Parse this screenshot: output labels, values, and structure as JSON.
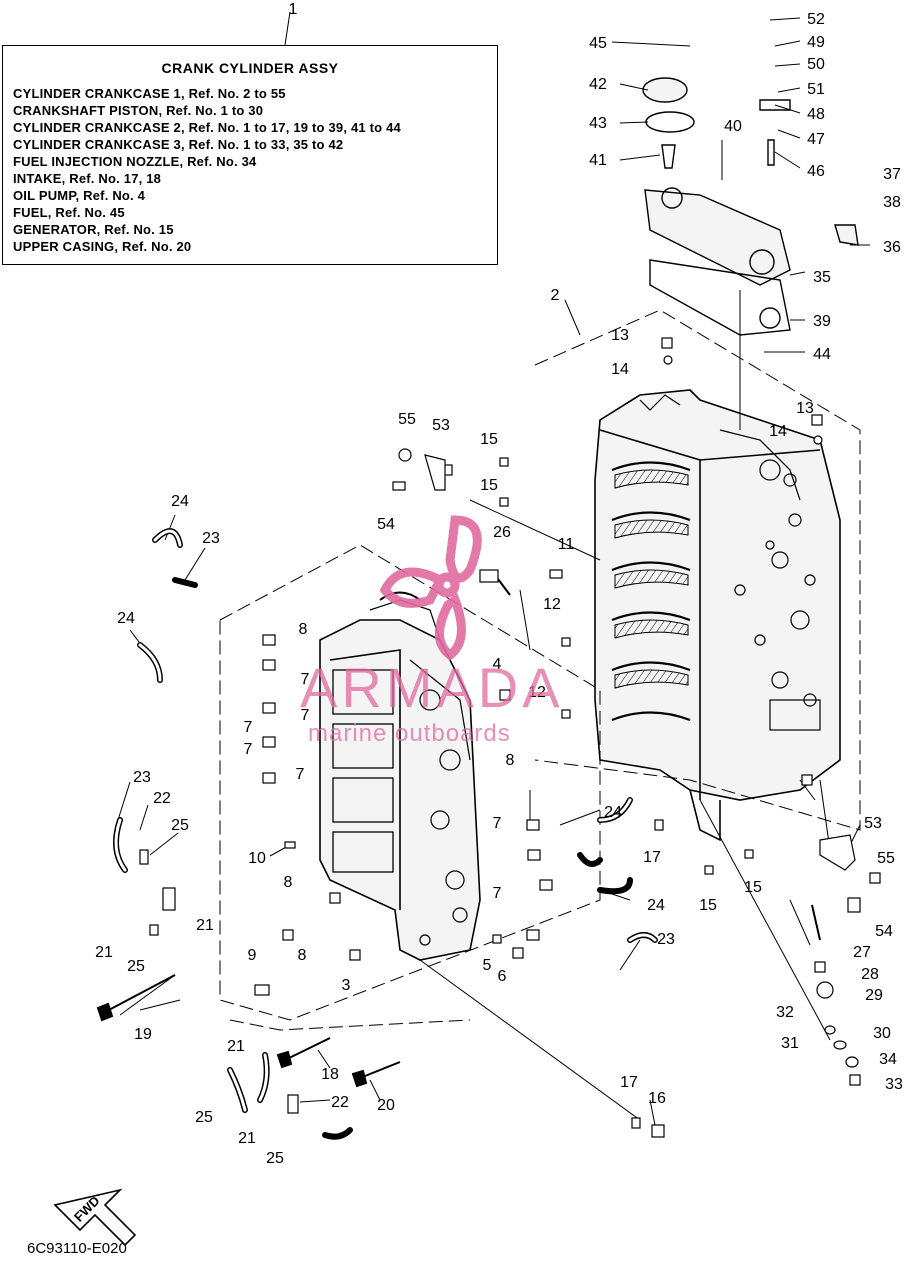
{
  "legend": {
    "ref": "1",
    "title": "CRANK CYLINDER ASSY",
    "lines": [
      "CYLINDER CRANKCASE 1, Ref. No. 2 to 55",
      "CRANKSHAFT PISTON,  Ref. No. 1 to 30",
      "CYLINDER CRANKCASE 2, Ref. No. 1 to 17, 19 to 39, 41 to 44",
      "CYLINDER CRANKCASE 3, Ref. No. 1 to 33, 35 to 42",
      "FUEL INJECTION NOZZLE,  Ref. No. 34",
      "INTAKE,  Ref. No. 17, 18",
      "OIL PUMP,  Ref. No. 4",
      "FUEL,  Ref. No. 45",
      "GENERATOR,  Ref. No. 15",
      "UPPER CASING, Ref. No. 20"
    ]
  },
  "watermark": {
    "brand": "ARMADA",
    "tagline": "marine outboards",
    "color": "#e06aa0"
  },
  "fwd_label": "FWD",
  "diagram_code": "6C93110-E020",
  "callouts": [
    "52",
    "49",
    "45",
    "50",
    "42",
    "51",
    "48",
    "43",
    "40",
    "47",
    "41",
    "46",
    "37",
    "38",
    "36",
    "35",
    "39",
    "44",
    "2",
    "13",
    "14",
    "13",
    "14",
    "55",
    "53",
    "15",
    "15",
    "54",
    "24",
    "23",
    "26",
    "11",
    "12",
    "8",
    "24",
    "7",
    "7",
    "4",
    "12",
    "7",
    "7",
    "7",
    "23",
    "22",
    "8",
    "24",
    "25",
    "7",
    "17",
    "53",
    "55",
    "10",
    "15",
    "7",
    "24",
    "15",
    "8",
    "21",
    "21",
    "9",
    "8",
    "54",
    "25",
    "23",
    "5",
    "6",
    "3",
    "27",
    "28",
    "19",
    "29",
    "32",
    "30",
    "21",
    "31",
    "34",
    "18",
    "20",
    "33",
    "22",
    "25",
    "21",
    "17",
    "16",
    "25"
  ]
}
